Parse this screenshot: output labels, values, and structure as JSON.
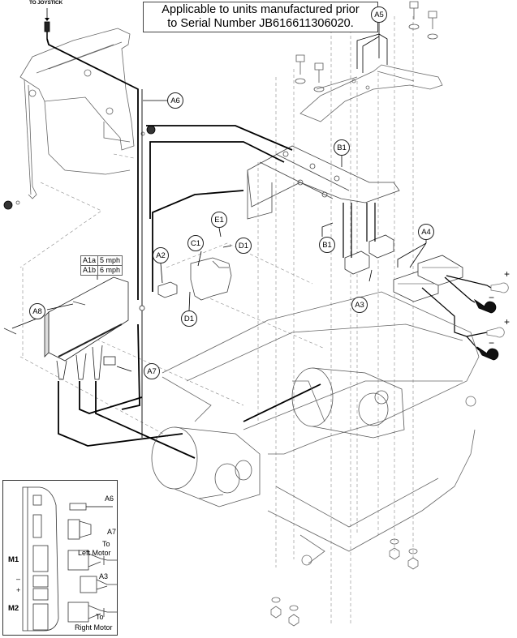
{
  "note": {
    "line1": "Applicable to units manufactured prior",
    "line2": "to Serial Number JB616611306020."
  },
  "joystick_label": "TO JOYSTICK",
  "callouts": {
    "A2": "A2",
    "A3": "A3",
    "A4": "A4",
    "A5": "A5",
    "A6": "A6",
    "A7": "A7",
    "A8": "A8",
    "B1_top": "B1",
    "B1_bottom": "B1",
    "C1": "C1",
    "D1_right": "D1",
    "D1_bottom": "D1",
    "E1": "E1"
  },
  "speed_table": [
    {
      "part": "A1a",
      "speed": "5 mph"
    },
    {
      "part": "A1b",
      "speed": "6 mph"
    }
  ],
  "battery_terminals": {
    "plus1": "+",
    "minus1": "−",
    "plus2": "+",
    "minus2": "−"
  },
  "inset": {
    "port_labels": {
      "m1": "M1",
      "minus": "–",
      "plus": "+",
      "m2": "M2"
    },
    "connector_labels": {
      "a6": "A6",
      "a7": "A7",
      "left_motor_line1": "To",
      "left_motor_line2": "Left Motor",
      "a3": "A3",
      "right_motor_line1": "To",
      "right_motor_line2": "Right Motor"
    }
  }
}
